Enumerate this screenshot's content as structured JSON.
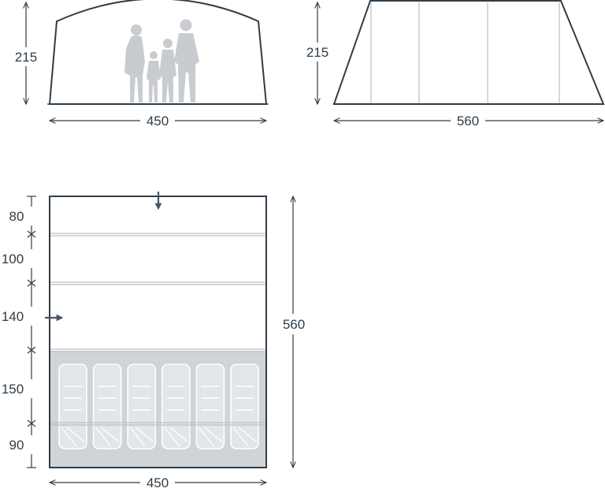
{
  "front_view": {
    "height_label": "215",
    "width_label": "450"
  },
  "side_view": {
    "height_label": "215",
    "width_label": "560"
  },
  "floor_plan": {
    "segment_labels": [
      "80",
      "100",
      "140",
      "150",
      "90"
    ],
    "depth_label": "560",
    "width_label": "450",
    "bed_count": 6
  },
  "colors": {
    "line": "#2f3d48",
    "silhouette": "#c8ccd0",
    "bedroom_fill": "#d0d4d7"
  }
}
